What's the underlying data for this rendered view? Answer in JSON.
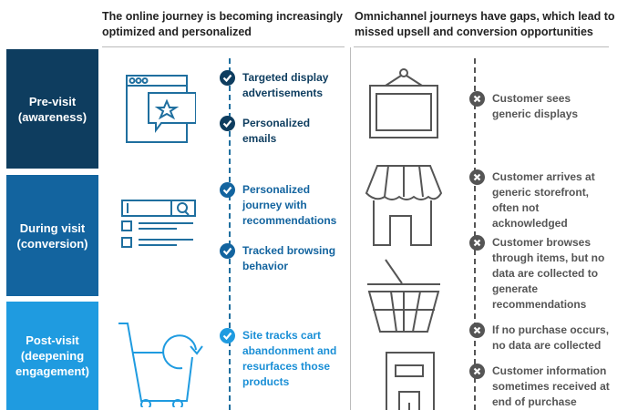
{
  "headers": {
    "online": "The online journey is becoming increasingly optimized and personalized",
    "omnichannel": "Omnichannel journeys have gaps, which lead to missed upsell and conversion opportunities"
  },
  "stages": [
    {
      "line1": "Pre-visit",
      "line2": "(awareness)",
      "color": "#0e3d5f"
    },
    {
      "line1": "During visit",
      "line2": "(conversion)",
      "color": "#13649f"
    },
    {
      "line1": "Post-visit",
      "line2": "(deepening engagement)",
      "color": "#1f9be0"
    }
  ],
  "online_items": [
    "Targeted display advertisements",
    "Personalized emails",
    "Personalized journey with recommendations",
    "Tracked browsing behavior",
    "Site tracks cart abandonment and resurfaces those products"
  ],
  "omni_items": [
    "Customer sees generic displays",
    "Customer arrives at generic storefront, often not acknowledged",
    "Customer browses through items, but no data are collected to generate recommendations",
    "If no purchase occurs, no data are collected",
    "Customer information sometimes received at end of purchase"
  ],
  "colors": {
    "check_dark": "#0e3d5f",
    "check_light": "#1f9be0",
    "text_light": "#1a8fd6",
    "gap_icon": "#555555",
    "gap_text": "#555555"
  }
}
